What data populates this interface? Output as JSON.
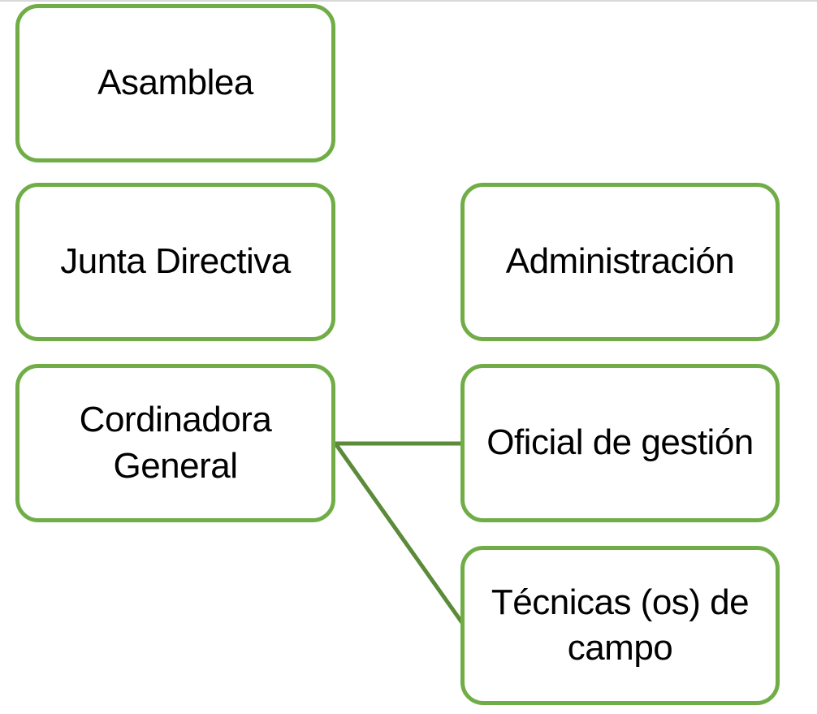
{
  "diagram": {
    "type": "org-chart",
    "nodes": {
      "asamblea": {
        "label": "Asamblea"
      },
      "junta": {
        "label": "Junta Directiva"
      },
      "cordinadora": {
        "label": "Cordinadora\nGeneral"
      },
      "administracion": {
        "label": "Administración"
      },
      "oficial": {
        "label": "Oficial de gestión"
      },
      "tecnicas": {
        "label": "Técnicas (os) de\ncampo"
      }
    },
    "connections": [
      {
        "from": "cordinadora",
        "to": "oficial",
        "shape": "straight-horizontal"
      },
      {
        "from": "cordinadora",
        "to": "tecnicas",
        "shape": "straight-diagonal"
      }
    ]
  },
  "colors": {
    "box_border": "#70ad47",
    "connector": "#5b8a38",
    "text": "#000000",
    "background": "#ffffff",
    "top_edge": "#d9d9d9"
  }
}
